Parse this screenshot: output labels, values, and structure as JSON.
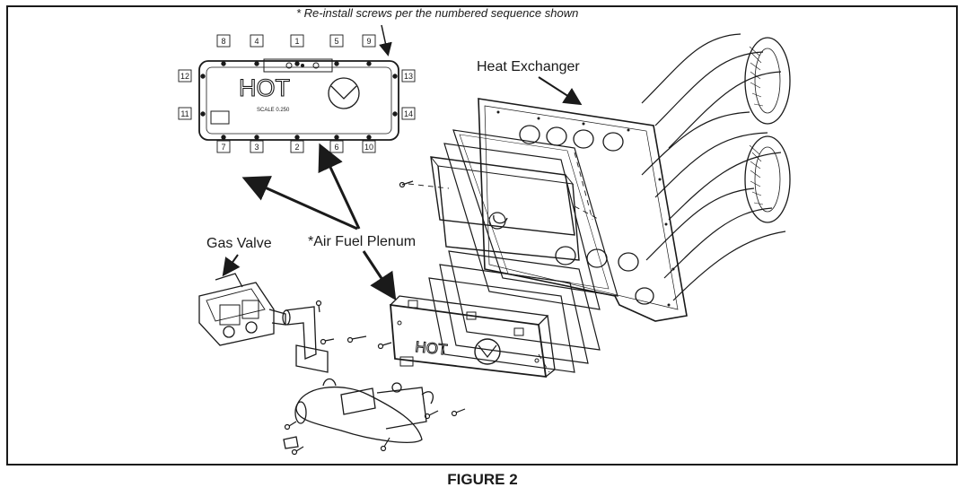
{
  "caption": "* Re-install screws per the numbered sequence shown",
  "labels": {
    "heat_exchanger": "Heat Exchanger",
    "gas_valve": "Gas Valve",
    "air_fuel_plenum": "*Air Fuel Plenum"
  },
  "plate": {
    "hot_text": "HOT",
    "scale_text": "SCALE  0.250",
    "screws_top": [
      "8",
      "4",
      "1",
      "5",
      "9"
    ],
    "screws_bottom": [
      "7",
      "3",
      "2",
      "6",
      "10"
    ],
    "screws_left": [
      "12",
      "11"
    ],
    "screws_right": [
      "13",
      "14"
    ]
  },
  "plenum_hot_text": "HOT",
  "figure_title": "FIGURE 2"
}
